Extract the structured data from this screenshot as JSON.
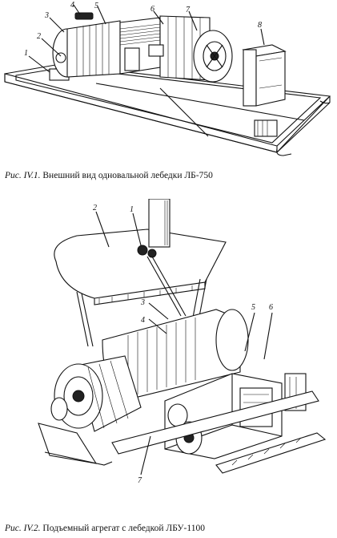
{
  "figure1": {
    "caption_label": "Рис. IV.1.",
    "caption_text": "Внешний вид одновальной лебедки ЛБ-750",
    "callouts": [
      "1",
      "2",
      "3",
      "4",
      "5",
      "6",
      "7",
      "8"
    ]
  },
  "figure2": {
    "caption_label": "Рис. IV.2.",
    "caption_text": "Подъемный агрегат с лебедкой ЛБУ-1100",
    "callouts": [
      "1",
      "2",
      "3",
      "4",
      "5",
      "6",
      "7"
    ]
  }
}
